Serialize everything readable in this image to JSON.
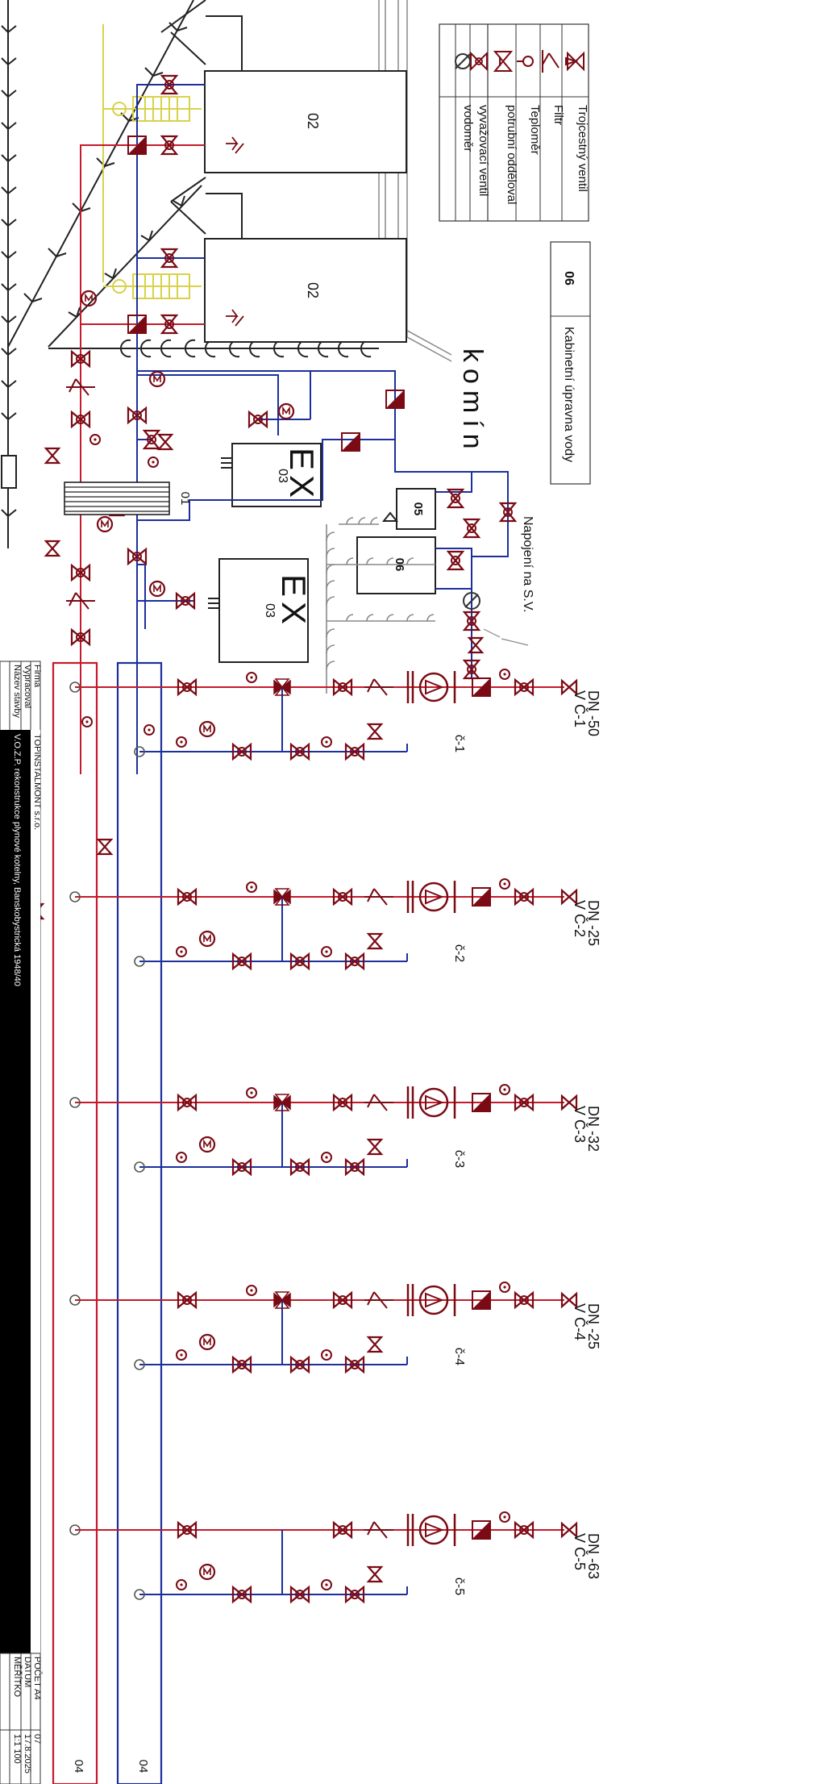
{
  "colors": {
    "supply": "#c41a2a",
    "return": "#1c2f9c",
    "gas": "#d8d24a",
    "component": "#7a0a14",
    "flue": "#222222",
    "drain": "#888888"
  },
  "legend": {
    "items": [
      {
        "icon": "three-way-valve-icon",
        "label": "Trojcestný ventil"
      },
      {
        "icon": "filter-icon",
        "label": "Filtr"
      },
      {
        "icon": "thermometer-icon",
        "label": "Teploměr"
      },
      {
        "icon": "pipe-separator-icon",
        "label": "potrubní odděloval"
      },
      {
        "icon": "balancing-valve-icon",
        "label": "vyvažovací ventil"
      },
      {
        "icon": "water-meter-icon",
        "label": "vodoměr"
      }
    ]
  },
  "unit_label": {
    "code": "06",
    "name": "Kabinetní úpravna vody"
  },
  "chimney_label": "komín",
  "connection_label": "Napojení na S.V.",
  "equipment": {
    "boiler_1": "02",
    "boiler_2": "02",
    "expansion_1": {
      "code": "03",
      "mark": "EX"
    },
    "expansion_2": {
      "code": "03",
      "mark": "EX"
    },
    "exchanger": "01",
    "tank_05": "05",
    "tank_06": "06",
    "manifold_1": "04",
    "manifold_2": "04"
  },
  "circuits": [
    {
      "name": "V Č-1",
      "dn": "DN -50",
      "pump": "č-1"
    },
    {
      "name": "V Č-2",
      "dn": "DN -25",
      "pump": "č-2"
    },
    {
      "name": "V Č-3",
      "dn": "DN -32",
      "pump": "č-3"
    },
    {
      "name": "V Č-4",
      "dn": "DN -25",
      "pump": "č-4"
    },
    {
      "name": "V Č-5",
      "dn": "DN -63",
      "pump": "č-5"
    }
  ],
  "title_block": {
    "firma_label": "Firma",
    "vypracoval_label": "Vypracoval",
    "nazev_label": "Název stavby",
    "firma_value": "TOPINSTALMONT s.r.o.",
    "nazev_value": "V.O.Z.P. rekonstrukce plynové kotelny, Banskobystrická 1948/40",
    "pocet_label": "POČET A4",
    "pocet_value": "07",
    "datum_label": "DATUM",
    "datum_value": "17.8.2025",
    "meritko_label": "MĚŘÍTKO",
    "meritko_value": "1:1 100"
  }
}
